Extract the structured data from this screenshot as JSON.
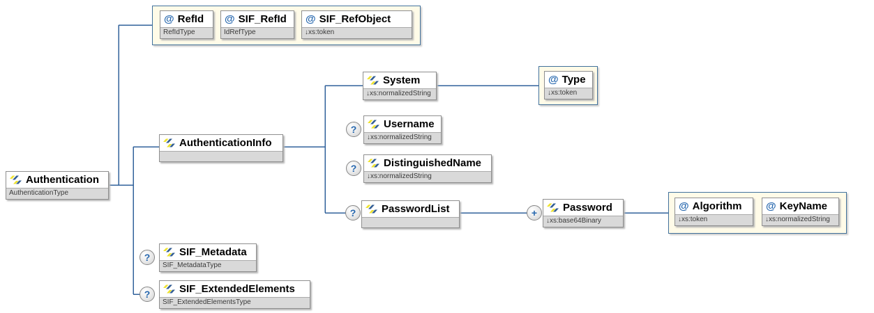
{
  "diagram_type": "xml-schema-content-model-diagram",
  "symbols": {
    "attribute": "@",
    "optional": "?",
    "repeat": "+"
  },
  "colors": {
    "connector": "#31629b",
    "group_background": "#fffbe8",
    "group_border": "#41719c",
    "node_border": "#8f8f8f",
    "footer_background": "#d9d9d9",
    "accent_blue": "#2667ae",
    "icon_yellow": "#efe32f",
    "icon_blue": "#335e94"
  },
  "nodes": {
    "authentication": {
      "name": "Authentication",
      "type": "AuthenticationType"
    },
    "refid": {
      "name": "RefId",
      "type": "RefIdType"
    },
    "sif_refid": {
      "name": "SIF_RefId",
      "type": "IdRefType"
    },
    "sif_refobject": {
      "name": "SIF_RefObject",
      "type": "↓xs:token"
    },
    "authenticationinfo": {
      "name": "AuthenticationInfo",
      "type": ""
    },
    "system": {
      "name": "System",
      "type": "↓xs:normalizedString"
    },
    "type": {
      "name": "Type",
      "type": "↓xs:token"
    },
    "username": {
      "name": "Username",
      "type": "↓xs:normalizedString",
      "occurrence": "?"
    },
    "distinguishedname": {
      "name": "DistinguishedName",
      "type": "↓xs:normalizedString",
      "occurrence": "?"
    },
    "passwordlist": {
      "name": "PasswordList",
      "type": "",
      "occurrence": "?"
    },
    "password": {
      "name": "Password",
      "type": "↓xs:base64Binary",
      "occurrence": "+"
    },
    "algorithm": {
      "name": "Algorithm",
      "type": "↓xs:token"
    },
    "keyname": {
      "name": "KeyName",
      "type": "↓xs:normalizedString"
    },
    "sif_metadata": {
      "name": "SIF_Metadata",
      "type": "SIF_MetadataType",
      "occurrence": "?"
    },
    "sif_extendedelements": {
      "name": "SIF_ExtendedElements",
      "type": "SIF_ExtendedElementsType",
      "occurrence": "?"
    }
  }
}
